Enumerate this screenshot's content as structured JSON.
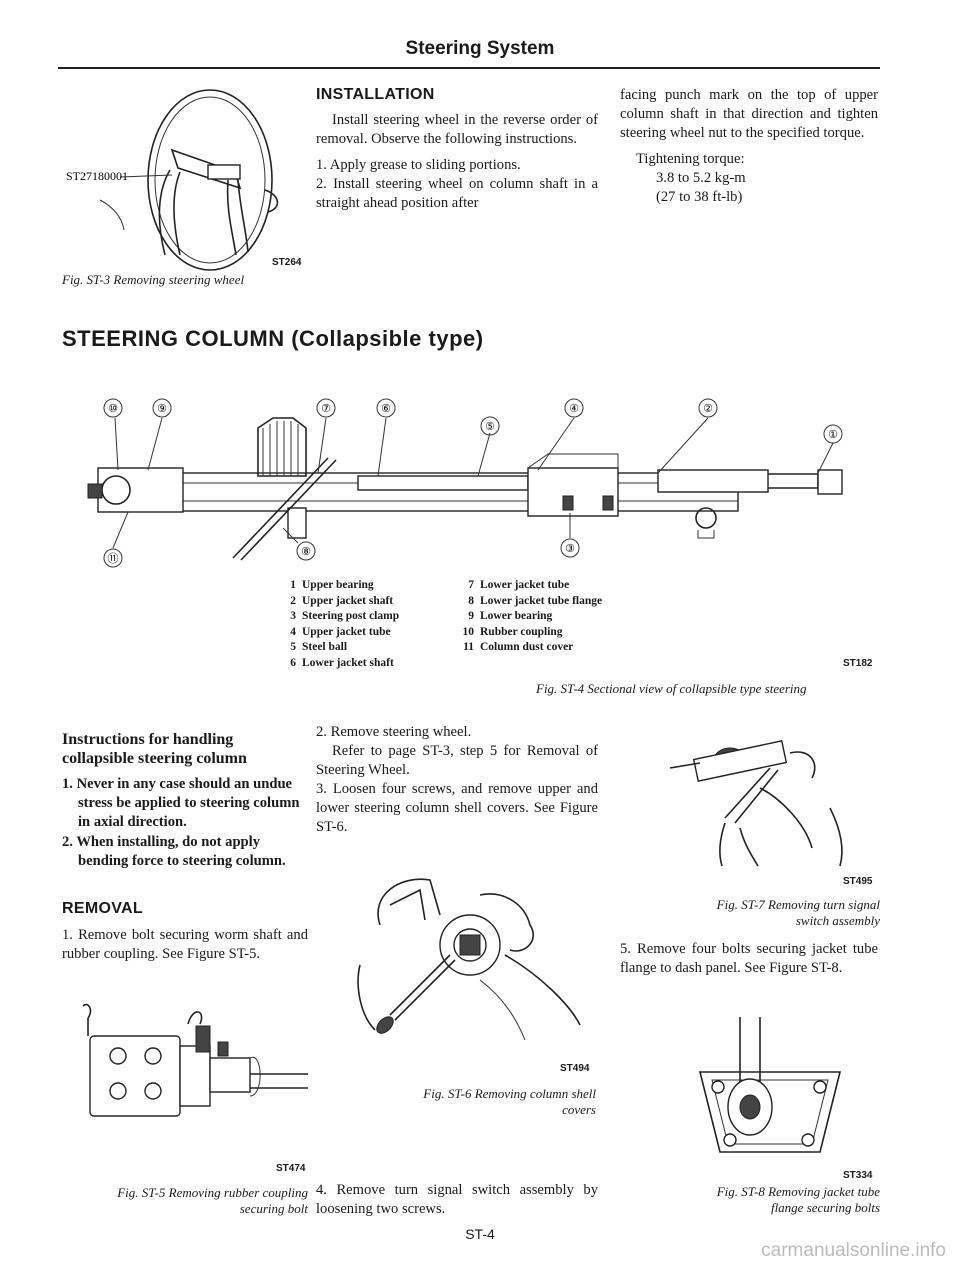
{
  "header": {
    "title": "Steering System"
  },
  "fig3": {
    "part_no": "ST27180001",
    "code": "ST264",
    "caption": "Fig. ST-3 Removing steering wheel"
  },
  "installation": {
    "heading": "INSTALLATION",
    "intro": "Install steering wheel in the reverse order of removal. Observe the following instructions.",
    "step1": "1. Apply grease to sliding portions.",
    "step2": "2. Install steering wheel on column shaft in a straight ahead position after facing punch mark on the top of upper column shaft in that direction and tighten steering wheel nut to the specified torque.",
    "step2_a": "2. Install steering wheel on column shaft in a straight ahead position after",
    "step2_b": "facing punch mark on the top of upper column shaft in that direction and tighten steering wheel nut to the specified torque.",
    "torque_label": "Tightening torque:",
    "torque_metric": "3.8 to 5.2 kg-m",
    "torque_imperial": "(27 to 38 ft-lb)"
  },
  "column_section": {
    "heading": "STEERING COLUMN (Collapsible type)"
  },
  "fig4": {
    "callouts": [
      "①",
      "②",
      "③",
      "④",
      "⑤",
      "⑥",
      "⑦",
      "⑧",
      "⑨",
      "⑩",
      "⑪"
    ],
    "legend_left": [
      {
        "n": "1",
        "label": "Upper bearing"
      },
      {
        "n": "2",
        "label": "Upper jacket shaft"
      },
      {
        "n": "3",
        "label": "Steering post clamp"
      },
      {
        "n": "4",
        "label": "Upper jacket tube"
      },
      {
        "n": "5",
        "label": "Steel ball"
      },
      {
        "n": "6",
        "label": "Lower jacket shaft"
      }
    ],
    "legend_right": [
      {
        "n": "7",
        "label": "Lower jacket tube"
      },
      {
        "n": "8",
        "label": "Lower jacket tube flange"
      },
      {
        "n": "9",
        "label": "Lower bearing"
      },
      {
        "n": "10",
        "label": "Rubber coupling"
      },
      {
        "n": "11",
        "label": "Column dust cover"
      }
    ],
    "code": "ST182",
    "caption": "Fig. ST-4 Sectional view of collapsible type steering"
  },
  "handling": {
    "heading_line1": "Instructions for handling",
    "heading_line2": "collapsible steering column",
    "item1": "1. Never in any case should an undue stress be applied to steering column in axial direction.",
    "item2": "2. When installing, do not apply bending force to steering column."
  },
  "removal": {
    "heading": "REMOVAL",
    "step1": "1. Remove bolt securing worm shaft and rubber coupling. See Figure ST-5.",
    "step2": "2. Remove steering wheel.",
    "step2_ref": "Refer to page ST-3, step 5 for Removal of Steering Wheel.",
    "step3": "3. Loosen four screws, and remove upper and lower steering column shell covers. See Figure ST-6.",
    "step4": "4. Remove turn signal switch assembly by loosening two screws.",
    "step5": "5. Remove four bolts securing jacket tube flange to dash panel. See Figure ST-8."
  },
  "fig5": {
    "code": "ST474",
    "caption_line1": "Fig. ST-5 Removing rubber coupling",
    "caption_line2": "securing bolt"
  },
  "fig6": {
    "code": "ST494",
    "caption_line1": "Fig. ST-6 Removing column shell",
    "caption_line2": "covers"
  },
  "fig7": {
    "code": "ST495",
    "caption_line1": "Fig. ST-7 Removing turn signal",
    "caption_line2": "switch assembly"
  },
  "fig8": {
    "code": "ST334",
    "caption_line1": "Fig. ST-8 Removing jacket tube",
    "caption_line2": "flange securing bolts"
  },
  "footer": {
    "page": "ST-4"
  },
  "watermark": {
    "text": "carmanualsonline.info"
  }
}
